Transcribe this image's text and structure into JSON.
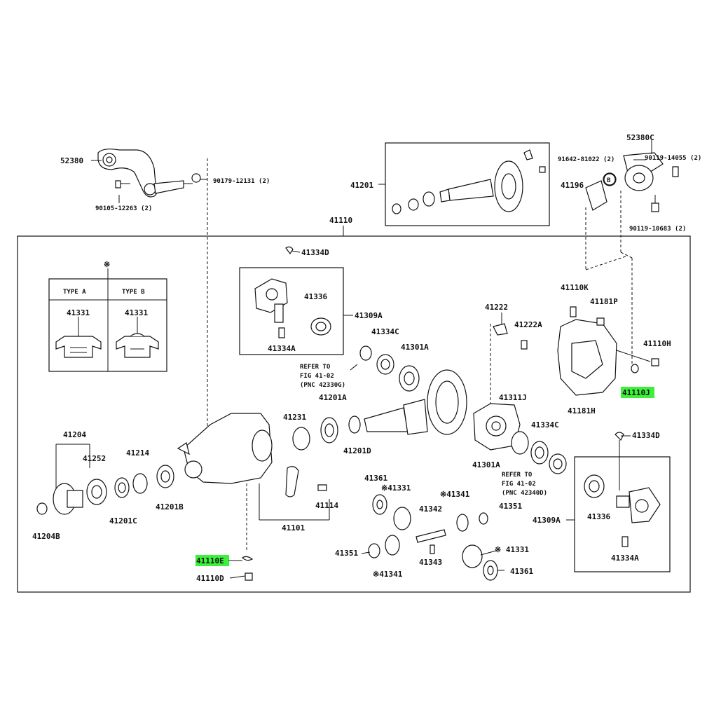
{
  "labels": {
    "p52380": "52380",
    "p90105": "90105-12263 (2)",
    "p90179": "90179-12131 (2)",
    "p41201": "41201",
    "p52380c": "52380C",
    "p91642": "91642-81022 (2)",
    "p90119a": "90119-14055 (2)",
    "p41196": "41196",
    "pB": "B",
    "p90119b": "90119-10683 (2)",
    "p41110": "41110",
    "star1": "※",
    "typeA": "TYPE  A",
    "typeB": "TYPE  B",
    "p41331a": "41331",
    "p41331b": "41331",
    "p41334d_1": "41334D",
    "p41336_1": "41336",
    "p41309a_1": "41309A",
    "p41334a_1": "41334A",
    "p41334c_1": "41334C",
    "p41301a_1": "41301A",
    "refer1a": "REFER TO",
    "refer1b": "FIG 41-02",
    "refer1c": "(PNC 42330G)",
    "p41222": "41222",
    "p41222a": "41222A",
    "p41110k": "41110K",
    "p41181p": "41181P",
    "p41110h": "41110H",
    "p41110j": "41110J",
    "p41181h": "41181H",
    "p41201a": "41201A",
    "p41311j": "41311J",
    "p41231": "41231",
    "p41201d": "41201D",
    "p41334c_2": "41334C",
    "p41334d_2": "41334D",
    "p41204": "41204",
    "p41252": "41252",
    "p41214": "41214",
    "p41301a_2": "41301A",
    "refer2a": "REFER TO",
    "refer2b": "FIG 41-02",
    "refer2c": "(PNC 42340D)",
    "p41201b": "41201B",
    "p41361_1": "41361",
    "p41331_3": "※41331",
    "p41341_1": "※41341",
    "p41351_1": "41351",
    "p41309a_2": "41309A",
    "p41336_2": "41336",
    "p41204b": "41204B",
    "p41201c": "41201C",
    "p41114": "41114",
    "p41101": "41101",
    "p41342": "41342",
    "p41110e": "41110E",
    "p41351_2": "41351",
    "p41343": "41343",
    "p41331_4": "※ 41331",
    "p41334a_2": "41334A",
    "p41110d": "41110D",
    "p41341_2": "※41341",
    "p41361_2": "41361"
  },
  "highlight_color": "#3cf03c"
}
